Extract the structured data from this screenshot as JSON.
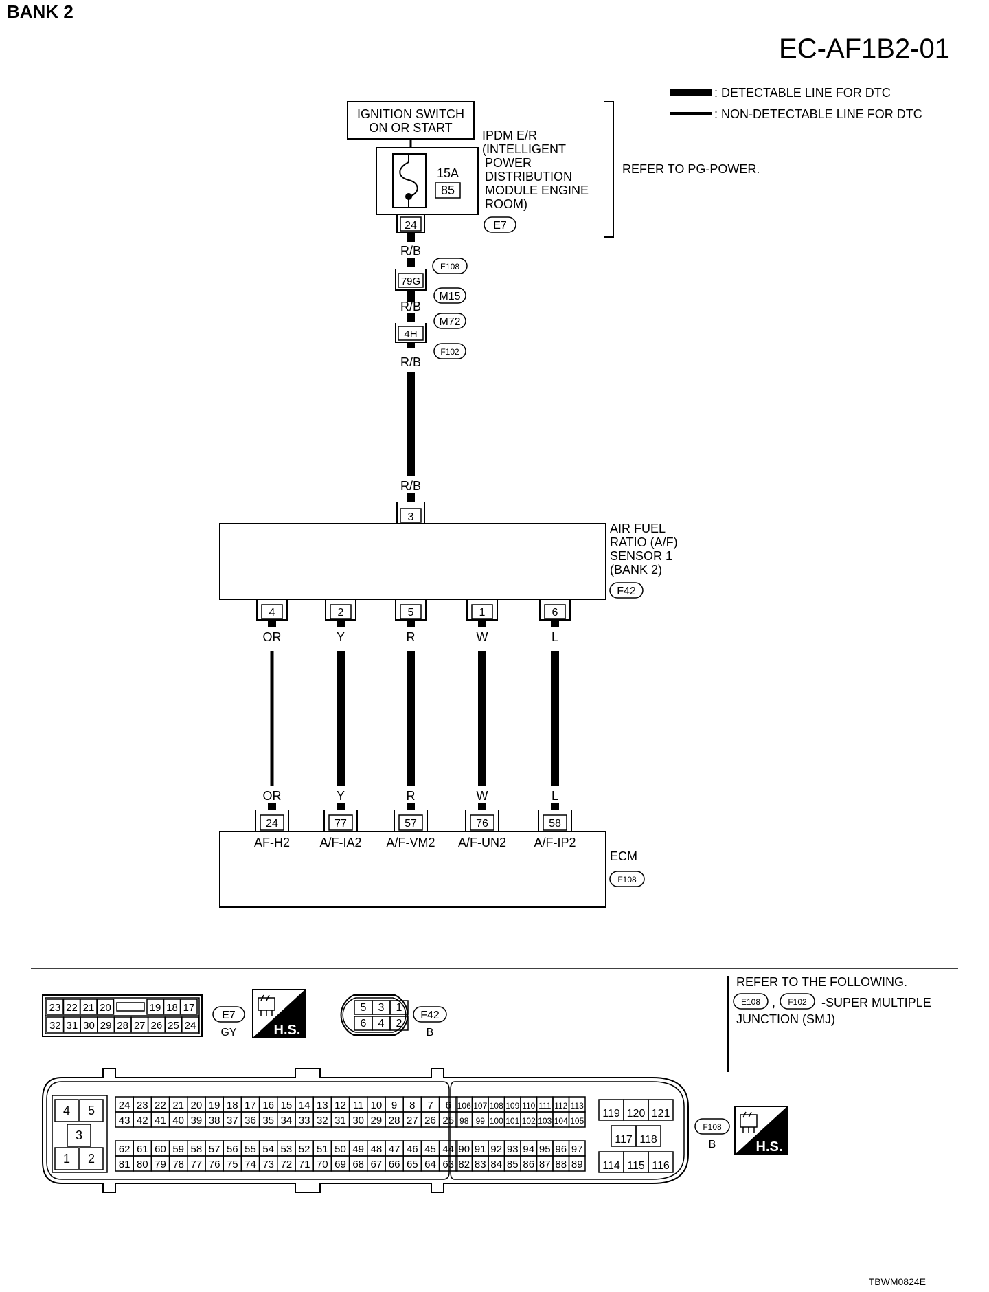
{
  "header": {
    "bank": "BANK 2",
    "diagram_code": "EC-AF1B2-01",
    "footer_code": "TBWM0824E"
  },
  "legend": {
    "detectable": ": DETECTABLE LINE FOR DTC",
    "non_detectable": ": NON-DETECTABLE LINE FOR DTC"
  },
  "power": {
    "ignition_line1": "IGNITION SWITCH",
    "ignition_line2": "ON OR START",
    "ipdm_lines": [
      "IPDM E/R",
      "(INTELLIGENT",
      "POWER",
      "DISTRIBUTION",
      "MODULE ENGINE",
      "ROOM)"
    ],
    "fuse_rating": "15A",
    "fuse_number": "85",
    "terminal": "24",
    "connector": "E7",
    "refer": "REFER TO PG-POWER."
  },
  "harness": {
    "wire_color": "R/B",
    "joint1_pin": "79G",
    "joint1_connectors": [
      "E108",
      "M15"
    ],
    "joint2_pin": "4H",
    "joint2_connectors": [
      "M72",
      "F102"
    ]
  },
  "sensor": {
    "name_lines": [
      "AIR FUEL",
      "RATIO (A/F)",
      "SENSOR 1",
      "(BANK 2)"
    ],
    "connector": "F42",
    "top_pin": "3",
    "pins": [
      {
        "sensor_pin": "4",
        "wire": "OR",
        "ecm_pin": "24",
        "signal": "AF-H2",
        "detectable": false
      },
      {
        "sensor_pin": "2",
        "wire": "Y",
        "ecm_pin": "77",
        "signal": "A/F-IA2",
        "detectable": true
      },
      {
        "sensor_pin": "5",
        "wire": "R",
        "ecm_pin": "57",
        "signal": "A/F-VM2",
        "detectable": true
      },
      {
        "sensor_pin": "1",
        "wire": "W",
        "ecm_pin": "76",
        "signal": "A/F-UN2",
        "detectable": true
      },
      {
        "sensor_pin": "6",
        "wire": "L",
        "ecm_pin": "58",
        "signal": "A/F-IP2",
        "detectable": true
      }
    ]
  },
  "ecm": {
    "name": "ECM",
    "connector": "F108"
  },
  "connectors": {
    "e7": {
      "id": "E7",
      "color": "GY",
      "row1": [
        "23",
        "22",
        "21",
        "20",
        "",
        "19",
        "18",
        "17"
      ],
      "row2": [
        "32",
        "31",
        "30",
        "29",
        "28",
        "27",
        "26",
        "25",
        "24"
      ],
      "hs": "H.S."
    },
    "f42": {
      "id": "F42",
      "color": "B",
      "row1": [
        "5",
        "3",
        "1"
      ],
      "row2": [
        "6",
        "4",
        "2"
      ]
    },
    "f108": {
      "id": "F108",
      "color": "B",
      "hs": "H.S.",
      "left": [
        "4",
        "5",
        "3",
        "1",
        "2"
      ],
      "main_r1": [
        "24",
        "23",
        "22",
        "21",
        "20",
        "19",
        "18",
        "17",
        "16",
        "15",
        "14",
        "13",
        "12",
        "11",
        "10",
        "9",
        "8",
        "7",
        "6"
      ],
      "main_r2": [
        "43",
        "42",
        "41",
        "40",
        "39",
        "38",
        "37",
        "36",
        "35",
        "34",
        "33",
        "32",
        "31",
        "30",
        "29",
        "28",
        "27",
        "26",
        "25"
      ],
      "main_r3": [
        "62",
        "61",
        "60",
        "59",
        "58",
        "57",
        "56",
        "55",
        "54",
        "53",
        "52",
        "51",
        "50",
        "49",
        "48",
        "47",
        "46",
        "45",
        "44"
      ],
      "main_r4": [
        "81",
        "80",
        "79",
        "78",
        "77",
        "76",
        "75",
        "74",
        "73",
        "72",
        "71",
        "70",
        "69",
        "68",
        "67",
        "66",
        "65",
        "64",
        "63"
      ],
      "mid_r1": [
        "106",
        "107",
        "108",
        "109",
        "110",
        "111",
        "112",
        "113"
      ],
      "mid_r2": [
        "98",
        "99",
        "100",
        "101",
        "102",
        "103",
        "104",
        "105"
      ],
      "mid_r3": [
        "90",
        "91",
        "92",
        "93",
        "94",
        "95",
        "96",
        "97"
      ],
      "mid_r4": [
        "82",
        "83",
        "84",
        "85",
        "86",
        "87",
        "88",
        "89"
      ],
      "right_r1": [
        "119",
        "120",
        "121"
      ],
      "right_r2": [
        "117",
        "118"
      ],
      "right_r3": [
        "114",
        "115",
        "116"
      ]
    }
  },
  "refer_following": {
    "title": "REFER TO THE FOLLOWING.",
    "connectors": [
      "E108",
      "F102"
    ],
    "separator": ",",
    "text": "-SUPER MULTIPLE",
    "text2": "JUNCTION (SMJ)"
  }
}
